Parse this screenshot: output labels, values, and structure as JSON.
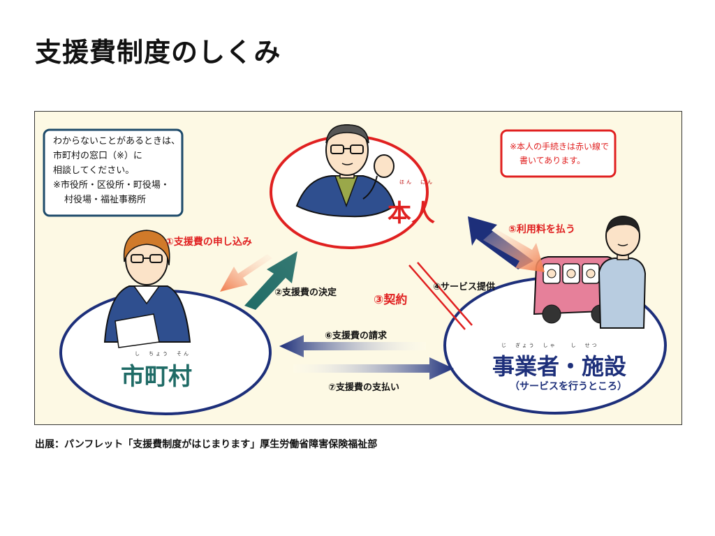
{
  "title": "支援費制度のしくみ",
  "caption": "出展：パンフレット「支援費制度がはじまります」厚生労働省障害保険福祉部",
  "diagram": {
    "left_note": {
      "lines": [
        "わからないことがあるときは、",
        "市町村の窓口（※）に",
        "相談してください。",
        "※市役所・区役所・町役場・",
        "村役場・福祉事務所"
      ]
    },
    "right_note": {
      "lines": [
        "※本人の手続きは赤い線で",
        "書いてあります。"
      ]
    },
    "nodes": {
      "person": {
        "label": "本人",
        "ruby": "ほん　にん"
      },
      "municipality": {
        "label": "市町村",
        "ruby": "し　ちょう　そん"
      },
      "provider": {
        "label": "事業者・施設",
        "ruby": "じ　ぎょう　しゃ　　し　せつ",
        "sub": "（サービスを行うところ）"
      }
    },
    "flows": {
      "f1": "①支援費の申し込み",
      "f2": "②支援費の決定",
      "f3": "③契約",
      "f4": "④サービス提供",
      "f5": "⑤利用料を払う",
      "f6": "⑥支援費の請求",
      "f7": "⑦支援費の支払い"
    },
    "colors": {
      "red": "#e02020",
      "navy": "#1d2f7a",
      "salmon": "#f07a4a",
      "teal": "#1f6b66"
    }
  }
}
